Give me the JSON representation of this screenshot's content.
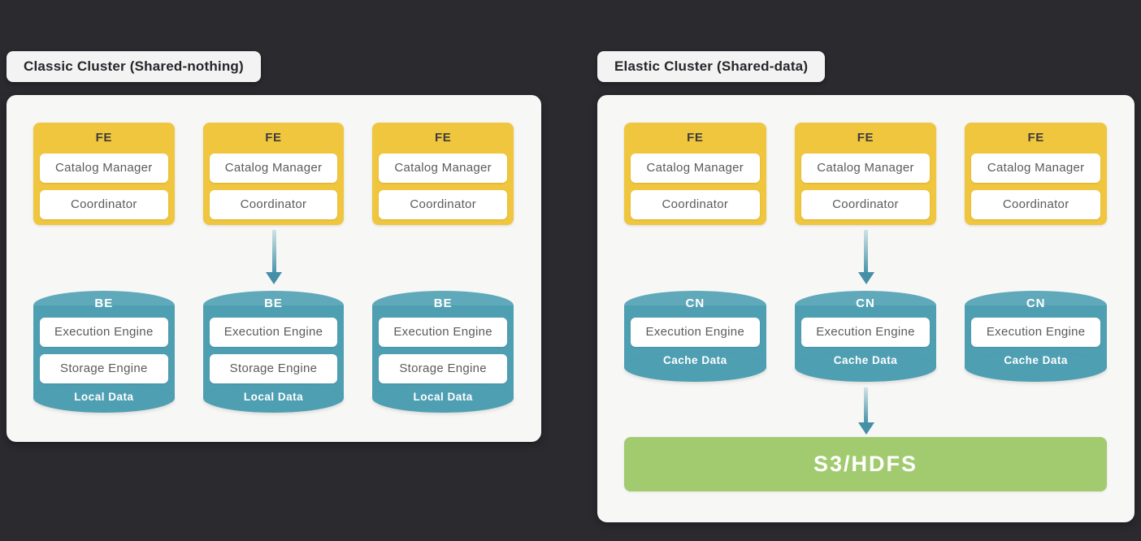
{
  "left_cluster": {
    "title": "Classic Cluster (Shared-nothing)",
    "fe_nodes": [
      {
        "label": "FE",
        "components": [
          "Catalog Manager",
          "Coordinator"
        ]
      },
      {
        "label": "FE",
        "components": [
          "Catalog Manager",
          "Coordinator"
        ]
      },
      {
        "label": "FE",
        "components": [
          "Catalog Manager",
          "Coordinator"
        ]
      }
    ],
    "be_nodes": [
      {
        "label": "BE",
        "components": [
          "Execution Engine",
          "Storage Engine"
        ],
        "footer": "Local Data"
      },
      {
        "label": "BE",
        "components": [
          "Execution Engine",
          "Storage Engine"
        ],
        "footer": "Local Data"
      },
      {
        "label": "BE",
        "components": [
          "Execution Engine",
          "Storage Engine"
        ],
        "footer": "Local Data"
      }
    ]
  },
  "right_cluster": {
    "title": "Elastic Cluster (Shared-data)",
    "fe_nodes": [
      {
        "label": "FE",
        "components": [
          "Catalog Manager",
          "Coordinator"
        ]
      },
      {
        "label": "FE",
        "components": [
          "Catalog Manager",
          "Coordinator"
        ]
      },
      {
        "label": "FE",
        "components": [
          "Catalog Manager",
          "Coordinator"
        ]
      }
    ],
    "cn_nodes": [
      {
        "label": "CN",
        "components": [
          "Execution Engine"
        ],
        "footer": "Cache Data"
      },
      {
        "label": "CN",
        "components": [
          "Execution Engine"
        ],
        "footer": "Cache Data"
      },
      {
        "label": "CN",
        "components": [
          "Execution Engine"
        ],
        "footer": "Cache Data"
      }
    ],
    "storage": {
      "label": "S3/HDFS"
    }
  },
  "colors": {
    "background": "#2a2a2f",
    "panel": "#f7f7f6",
    "fe_yellow": "#f0c63e",
    "node_teal_body": "#4f9fb3",
    "node_teal_top": "#5fa9ba",
    "storage_green": "#a2cb6f",
    "arrow_teal": "#4590a6"
  }
}
